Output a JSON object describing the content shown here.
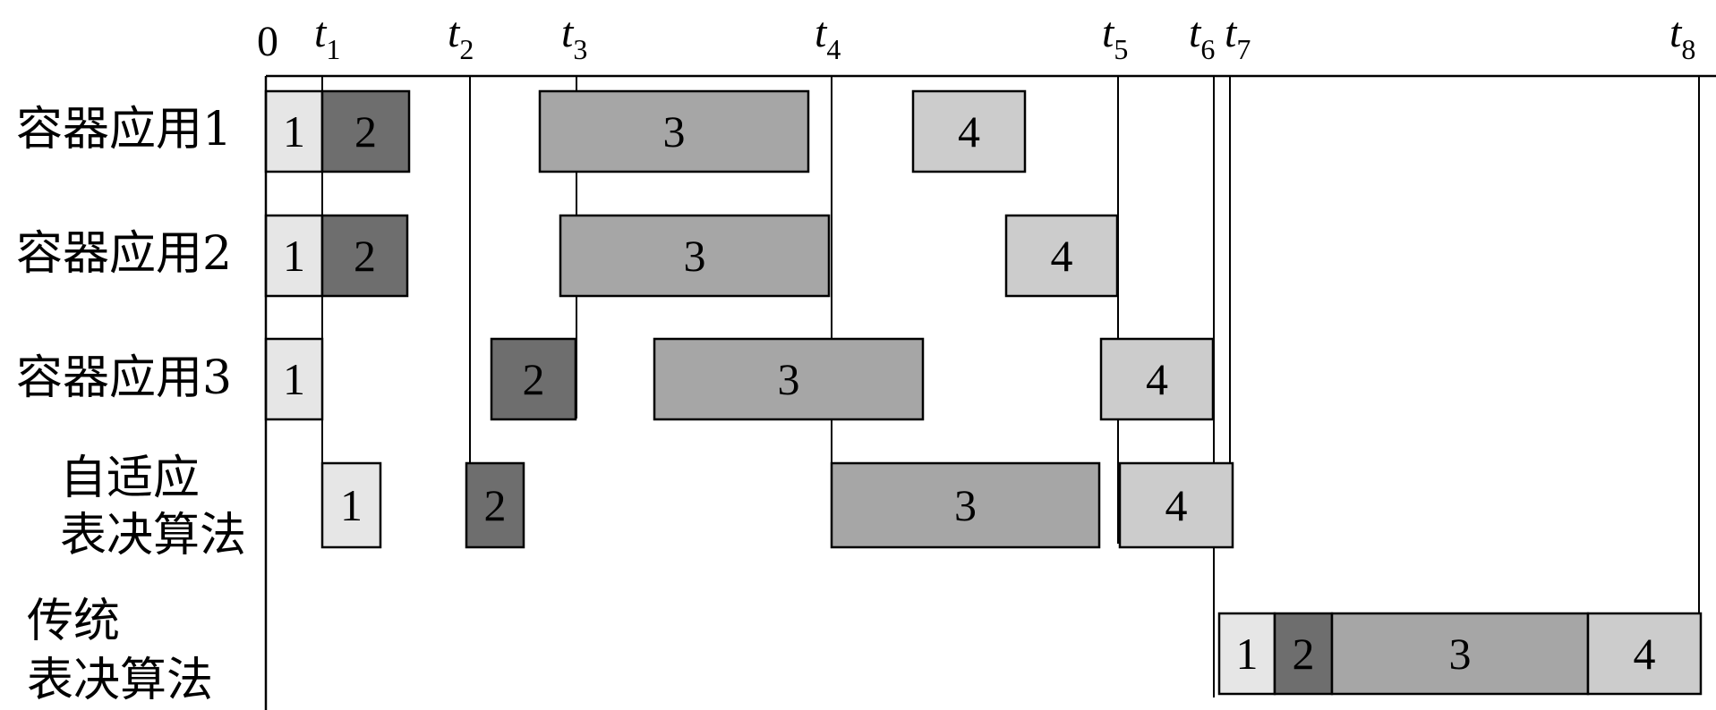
{
  "timeline": {
    "origin_label": "0",
    "markers": [
      {
        "base": "t",
        "sub": "1"
      },
      {
        "base": "t",
        "sub": "2"
      },
      {
        "base": "t",
        "sub": "3"
      },
      {
        "base": "t",
        "sub": "4"
      },
      {
        "base": "t",
        "sub": "5"
      },
      {
        "base": "t",
        "sub": "6"
      },
      {
        "base": "t",
        "sub": "7"
      },
      {
        "base": "t",
        "sub": "8"
      }
    ]
  },
  "rows": [
    {
      "label_lines": [
        "容器应用1"
      ]
    },
    {
      "label_lines": [
        "容器应用2"
      ]
    },
    {
      "label_lines": [
        "容器应用3"
      ]
    },
    {
      "label_lines": [
        "自适应",
        "表决算法"
      ]
    },
    {
      "label_lines": [
        "传统",
        "表决算法"
      ]
    }
  ],
  "task_colors": {
    "1": "#e6e6e6",
    "2": "#6e6e6e",
    "3": "#a6a6a6",
    "4": "#cccccc"
  },
  "blocks": [
    {
      "row": 0,
      "task": "1"
    },
    {
      "row": 0,
      "task": "2"
    },
    {
      "row": 0,
      "task": "3"
    },
    {
      "row": 0,
      "task": "4"
    },
    {
      "row": 1,
      "task": "1"
    },
    {
      "row": 1,
      "task": "2"
    },
    {
      "row": 1,
      "task": "3"
    },
    {
      "row": 1,
      "task": "4"
    },
    {
      "row": 2,
      "task": "1"
    },
    {
      "row": 2,
      "task": "2"
    },
    {
      "row": 2,
      "task": "3"
    },
    {
      "row": 2,
      "task": "4"
    },
    {
      "row": 3,
      "task": "1"
    },
    {
      "row": 3,
      "task": "2"
    },
    {
      "row": 3,
      "task": "3"
    },
    {
      "row": 3,
      "task": "4"
    },
    {
      "row": 4,
      "task": "1"
    },
    {
      "row": 4,
      "task": "2"
    },
    {
      "row": 4,
      "task": "3"
    },
    {
      "row": 4,
      "task": "4"
    }
  ]
}
